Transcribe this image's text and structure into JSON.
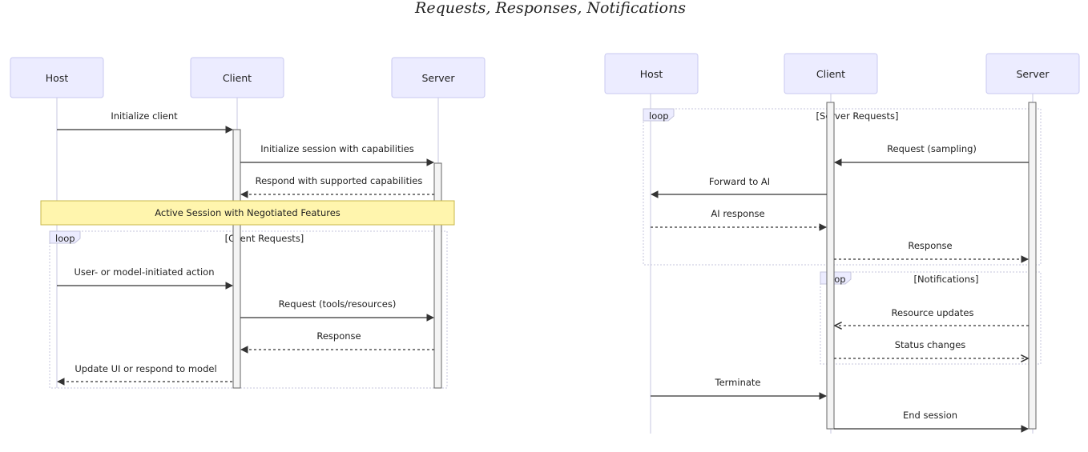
{
  "title": "Requests, Responses, Notifications",
  "diagrams": [
    {
      "actors": [
        "Host",
        "Client",
        "Server"
      ],
      "messages": [
        {
          "from": 0,
          "to": 1,
          "label": "Initialize client",
          "dashed": false,
          "open": false
        },
        {
          "from": 1,
          "to": 2,
          "label": "Initialize session with capabilities",
          "dashed": false,
          "open": false
        },
        {
          "from": 2,
          "to": 1,
          "label": "Respond with supported capabilities",
          "dashed": true,
          "open": false
        },
        {
          "from": 0,
          "to": 1,
          "label": "User- or model-initiated action",
          "dashed": false,
          "open": false
        },
        {
          "from": 1,
          "to": 2,
          "label": "Request (tools/resources)",
          "dashed": false,
          "open": false
        },
        {
          "from": 2,
          "to": 1,
          "label": "Response",
          "dashed": true,
          "open": false
        },
        {
          "from": 1,
          "to": 0,
          "label": "Update UI or respond to model",
          "dashed": true,
          "open": false
        }
      ],
      "note": {
        "text": "Active Session with Negotiated Features"
      },
      "loops": [
        {
          "label": "loop",
          "condition": "[Client Requests]"
        }
      ]
    },
    {
      "actors": [
        "Host",
        "Client",
        "Server"
      ],
      "messages": [
        {
          "from": 2,
          "to": 1,
          "label": "Request (sampling)",
          "dashed": false,
          "open": false
        },
        {
          "from": 1,
          "to": 0,
          "label": "Forward to AI",
          "dashed": false,
          "open": false
        },
        {
          "from": 0,
          "to": 1,
          "label": "AI response",
          "dashed": true,
          "open": false
        },
        {
          "from": 1,
          "to": 2,
          "label": "Response",
          "dashed": true,
          "open": false
        },
        {
          "from": 2,
          "to": 1,
          "label": "Resource updates",
          "dashed": true,
          "open": true
        },
        {
          "from": 1,
          "to": 2,
          "label": "Status changes",
          "dashed": true,
          "open": true
        },
        {
          "from": 0,
          "to": 1,
          "label": "Terminate",
          "dashed": false,
          "open": false
        },
        {
          "from": 1,
          "to": 2,
          "label": "End session",
          "dashed": false,
          "open": false
        }
      ],
      "loops": [
        {
          "label": "loop",
          "condition": "[Server Requests]"
        },
        {
          "label": "loop",
          "condition": "[Notifications]"
        }
      ]
    }
  ]
}
